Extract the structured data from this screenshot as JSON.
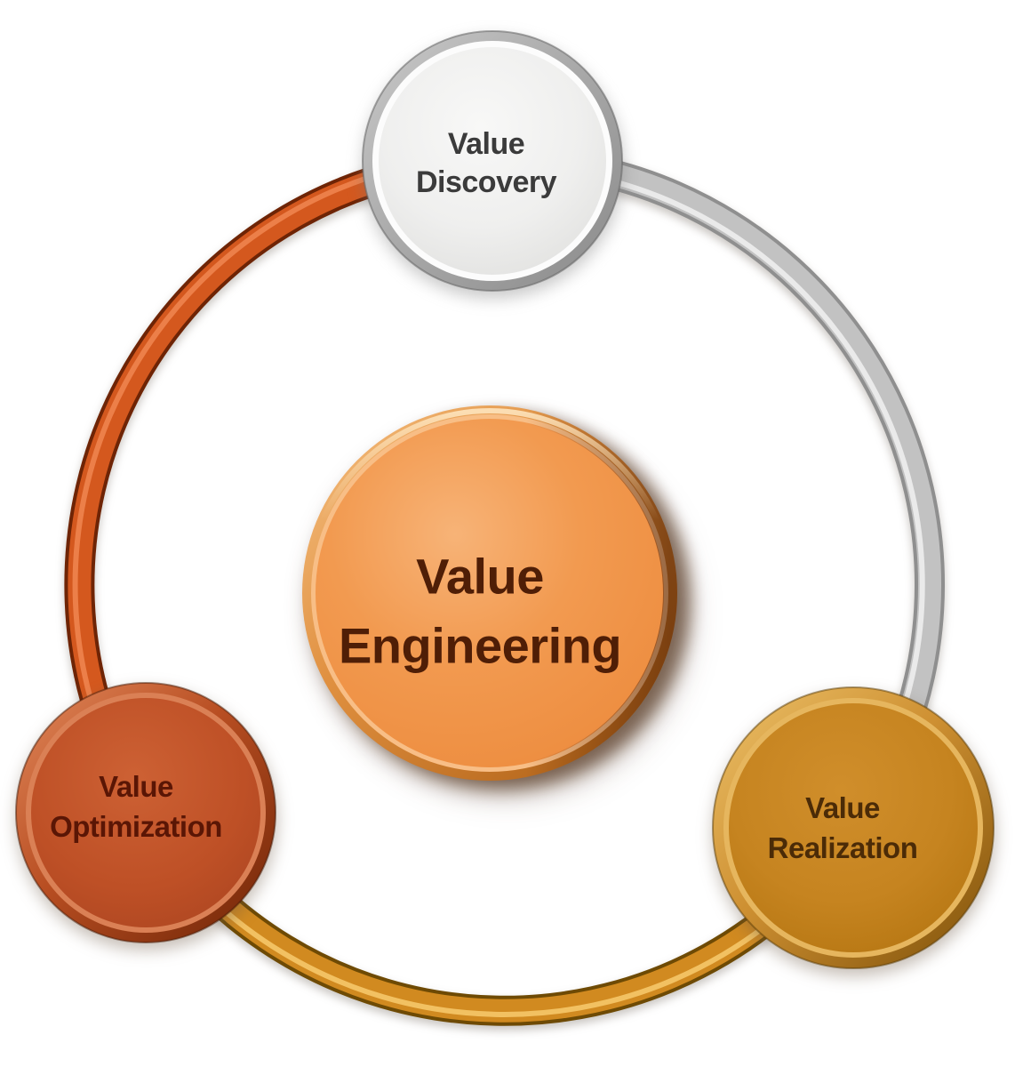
{
  "background_color": "#FFFFFF",
  "nodes": {
    "center": {
      "label": "Value\nEngineering",
      "fill_color": "#F29A50",
      "text_color": "#4F1E06"
    },
    "top": {
      "label": "Value\nDiscovery",
      "fill_color": "#EFEFEE",
      "text_color": "#3B3B3B"
    },
    "bottom_left": {
      "label": "Value\nOptimization",
      "fill_color": "#BE5026",
      "text_color": "#5A1605"
    },
    "bottom_right": {
      "label": "Value\nRealization",
      "fill_color": "#C68420",
      "text_color": "#4B2B07"
    }
  },
  "ring": {
    "segments": [
      {
        "id": "optimization-to-discovery",
        "color": "#D4581E"
      },
      {
        "id": "discovery-to-realization",
        "color": "#C2C2C2"
      },
      {
        "id": "realization-to-optimization",
        "color": "#D18A20"
      }
    ]
  }
}
